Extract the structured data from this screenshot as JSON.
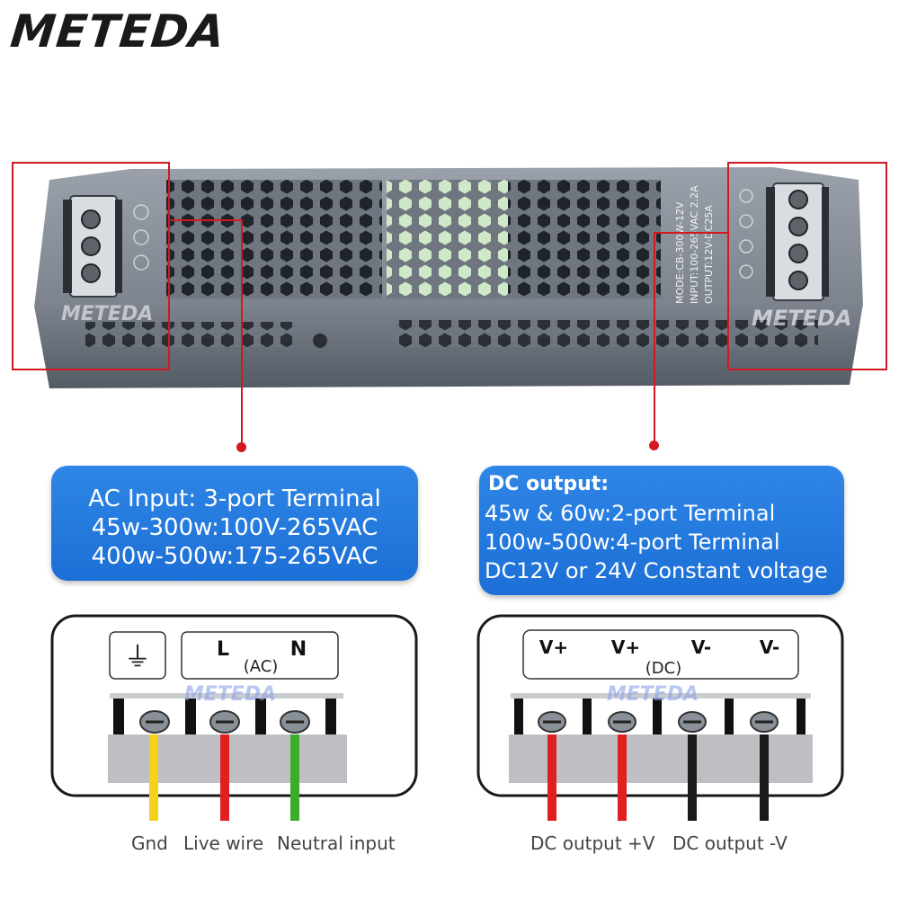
{
  "brand": {
    "logo": "METEDA",
    "watermark": "METEDA"
  },
  "product_label": {
    "model": "MODE:CB-300W-12V",
    "input": "INPUT:100-265VAC 2.2A",
    "output": "OUTPUT:12V-DC25A"
  },
  "ac_input": {
    "lines": [
      "AC Input: 3-port Terminal",
      "45w-300w:100V-265VAC",
      "400w-500w:175-265VAC"
    ],
    "terminal": {
      "ground_symbol": "⏚",
      "l": "L",
      "n": "N",
      "type": "(AC)"
    },
    "captions": [
      "Gnd",
      "Live wire",
      "Neutral input"
    ]
  },
  "dc_output": {
    "title": "DC output:",
    "lines": [
      "45w & 60w:2-port Terminal",
      "100w-500w:4-port Terminal",
      "DC12V or 24V Constant voltage"
    ],
    "terminal": {
      "labels": [
        "V+",
        "V+",
        "V-",
        "V-"
      ],
      "type": "(DC)"
    },
    "captions": [
      "DC output  +V",
      "DC output  -V"
    ]
  },
  "colors": {
    "accent_blue": "#2478de",
    "pointer_red": "#d4181f",
    "wire_yellow": "#f2d21b",
    "wire_red": "#e02020",
    "wire_green": "#3cad2a",
    "wire_black": "#1a1a1a"
  }
}
